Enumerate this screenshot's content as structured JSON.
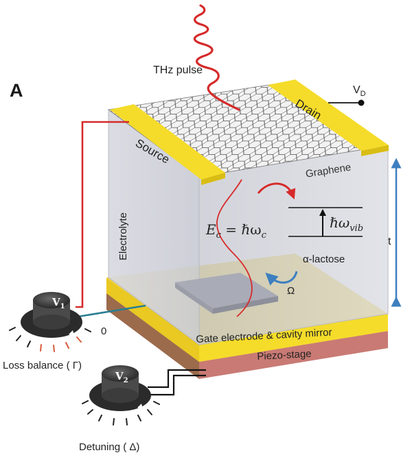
{
  "panel_letter": "A",
  "labels": {
    "thz_pulse": "THz pulse",
    "drain_voltage": "V",
    "drain_voltage_sub": "D",
    "source": "Source",
    "drain": "Drain",
    "graphene": "Graphene",
    "electrolyte": "Electrolyte",
    "cavity_energy": "E_c = ℏω_c",
    "cavity_energy_E": "E",
    "cavity_energy_sub": "c",
    "cavity_energy_rest": " = ℏω",
    "cavity_energy_sub2": "c",
    "vib_energy": "ℏω_vib",
    "vib_energy_main": "ℏω",
    "vib_energy_sub": "vib",
    "lactose": "α-lactose",
    "omega": "Ω",
    "thickness": "t",
    "zero": "0",
    "gate": "Gate electrode & cavity mirror",
    "piezo": "Piezo-stage",
    "loss_balance": "Loss balance ( Γ)",
    "detuning": "Detuning ( Δ)"
  },
  "knobs": {
    "v1": "V",
    "v1_sub": "1",
    "v2": "V",
    "v2_sub": "2"
  },
  "colors": {
    "electrode_yellow": "#f5dc2a",
    "red_wire": "#d62a2a",
    "teal_wire": "#2a7f92",
    "blue_arrow": "#3d7fbf",
    "piezo": "#c97a74",
    "box_face": "#d4d6df",
    "knob_dark": "#3a3a3a"
  }
}
